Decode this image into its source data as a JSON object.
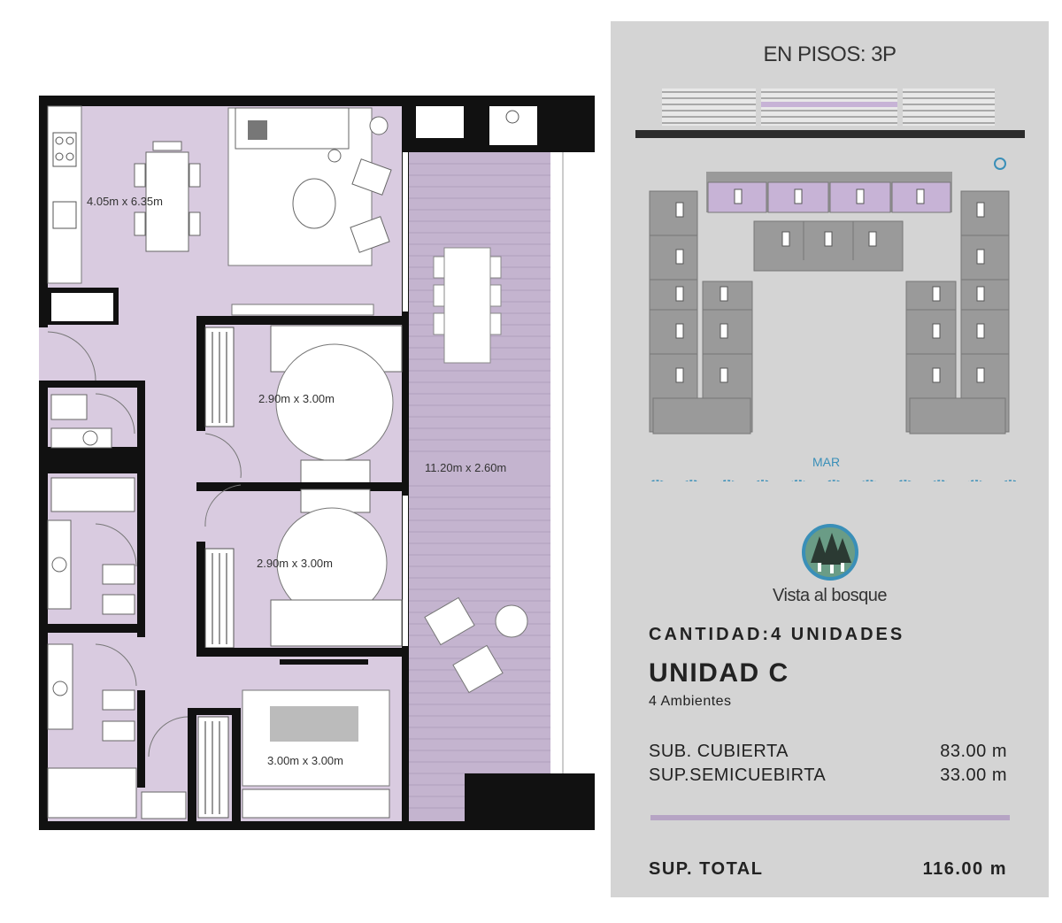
{
  "floor_plan": {
    "rooms": [
      {
        "id": "living",
        "dimensions": "4.05m x 6.35m"
      },
      {
        "id": "bedroom-1",
        "dimensions": "2.90m x 3.00m"
      },
      {
        "id": "bedroom-2",
        "dimensions": "2.90m x 3.00m"
      },
      {
        "id": "bedroom-3",
        "dimensions": "3.00m x 3.00m"
      },
      {
        "id": "terrace",
        "dimensions": "11.20m x 2.60m"
      }
    ],
    "colors": {
      "wall": "#111111",
      "floor": "#d9cbe0",
      "terrace": "#c4b4cf",
      "furniture": "#ffffff"
    }
  },
  "info_panel": {
    "floors_title": "EN PISOS: 3P",
    "sea_label": "MAR",
    "view_label": "Vista al bosque",
    "quantity": "CANTIDAD:4 UNIDADES",
    "unit_name": "UNIDAD C",
    "rooms": "4 Ambientes",
    "areas": [
      {
        "label": "SUB. CUBIERTA",
        "value": "83.00 m"
      },
      {
        "label": "SUP.SEMICUEBIRTA",
        "value": "33.00 m"
      }
    ],
    "total": {
      "label": "SUP. TOTAL",
      "value": "116.00 m"
    },
    "colors": {
      "panel": "#d4d4d4",
      "highlight": "#c7b3d6",
      "sea": "#3a8fb8",
      "building": "#9a9a9a"
    }
  }
}
